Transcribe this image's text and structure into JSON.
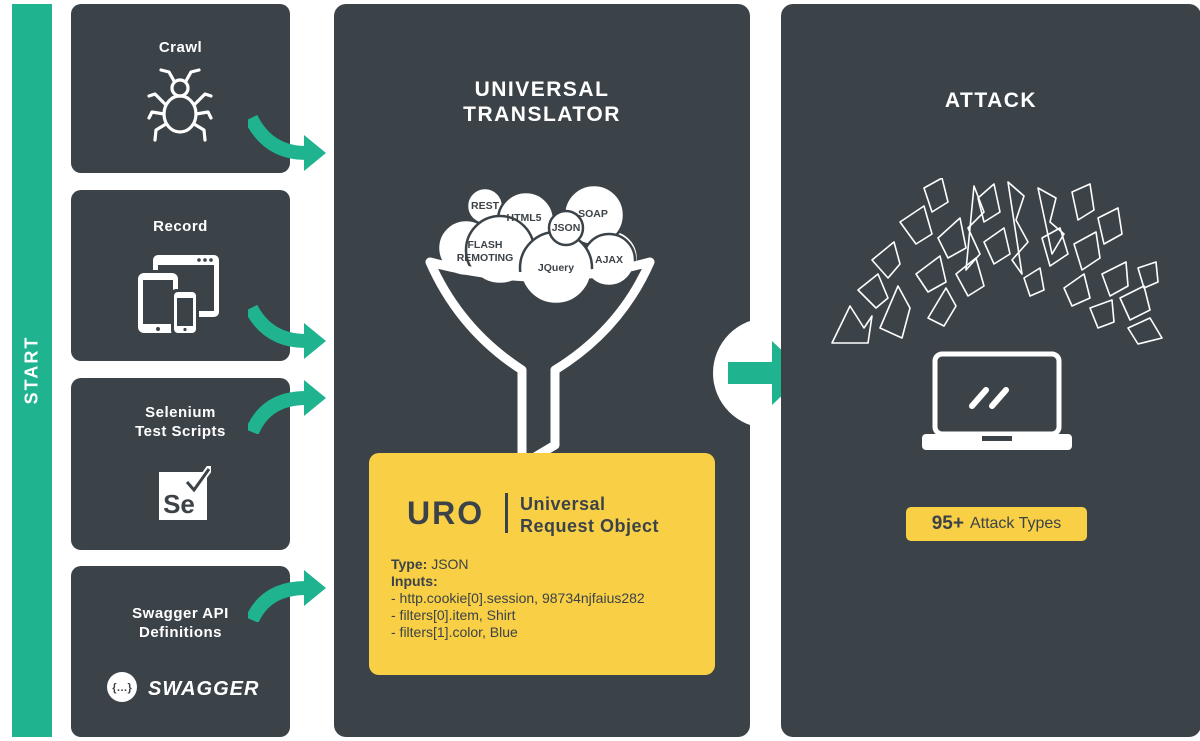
{
  "start": {
    "label": "START"
  },
  "sources": [
    {
      "id": "crawl",
      "title_lines": [
        "Crawl"
      ],
      "icon": "spider-icon"
    },
    {
      "id": "record",
      "title_lines": [
        "Record"
      ],
      "icon": "devices-icon"
    },
    {
      "id": "selenium",
      "title_lines": [
        "Selenium",
        "Test Scripts"
      ],
      "icon": "selenium-logo",
      "logo_text": "Se"
    },
    {
      "id": "swagger",
      "title_lines": [
        "Swagger API",
        "Definitions"
      ],
      "icon": "swagger-logo",
      "logo_text": "SWAGGER",
      "logo_glyph": "{…}"
    }
  ],
  "translator": {
    "title_lines": [
      "UNIVERSAL",
      "TRANSLATOR"
    ],
    "formats": [
      "REST",
      "HTML5",
      "SOAP",
      "JSON",
      "FLASH REMOTING",
      "JQuery",
      "AJAX"
    ],
    "uro": {
      "code": "URO",
      "name_lines": [
        "Universal",
        "Request Object"
      ],
      "type_label": "Type:",
      "type_value": "JSON",
      "inputs_label": "Inputs:",
      "inputs": [
        "- http.cookie[0].session, 98734njfaius282",
        "- filters[0].item, Shirt",
        "- filters[1].color, Blue"
      ]
    }
  },
  "attack": {
    "title": "ATTACK",
    "icon": "laptop-icon",
    "badge_count": "95+",
    "badge_label": "Attack Types"
  },
  "colors": {
    "teal": "#1fb390",
    "panel": "#3c4348",
    "yellow": "#f8cf45",
    "white": "#ffffff"
  }
}
